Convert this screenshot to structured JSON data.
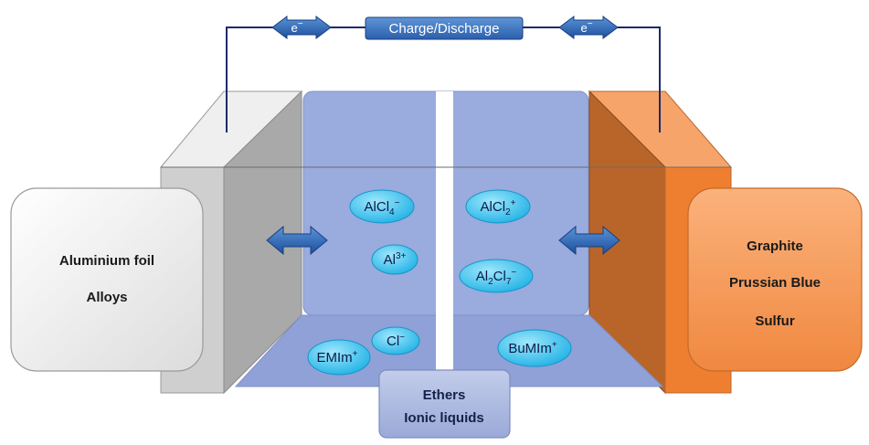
{
  "top_bar": {
    "charge_label": "Charge/Discharge",
    "electron_left": "e",
    "electron_right": "e",
    "electron_sup": "−"
  },
  "left_box": {
    "line1": "Aluminium foil",
    "line2": "Alloys"
  },
  "right_box": {
    "line1": "Graphite",
    "line2": "Prussian Blue",
    "line3": "Sulfur"
  },
  "bottom_box": {
    "line1": "Ethers",
    "line2": "Ionic liquids"
  },
  "ions": {
    "alcl4": {
      "base": "AlCl",
      "sub": "4",
      "sup": "−"
    },
    "al3": {
      "base": "Al",
      "sup": "3+"
    },
    "alcl2": {
      "base": "AlCl",
      "sub": "2",
      "sup": "+"
    },
    "al2cl7": {
      "base1": "Al",
      "sub1": "2",
      "base2": "Cl",
      "sub2": "7",
      "sup": "−"
    },
    "cl": {
      "base": "Cl",
      "sup": "−"
    },
    "emim": {
      "base": "EMIm",
      "sup": "+"
    },
    "bumim": {
      "base": "BuMIm",
      "sup": "+"
    }
  },
  "colors": {
    "electrolyte": "#9fb0de",
    "ion_fill": "#3fc6ef",
    "wire": "#1f2a6b",
    "arrow": "#2260b0",
    "left_electrode": "#d9d9d9",
    "right_electrode": "#e8843c"
  }
}
